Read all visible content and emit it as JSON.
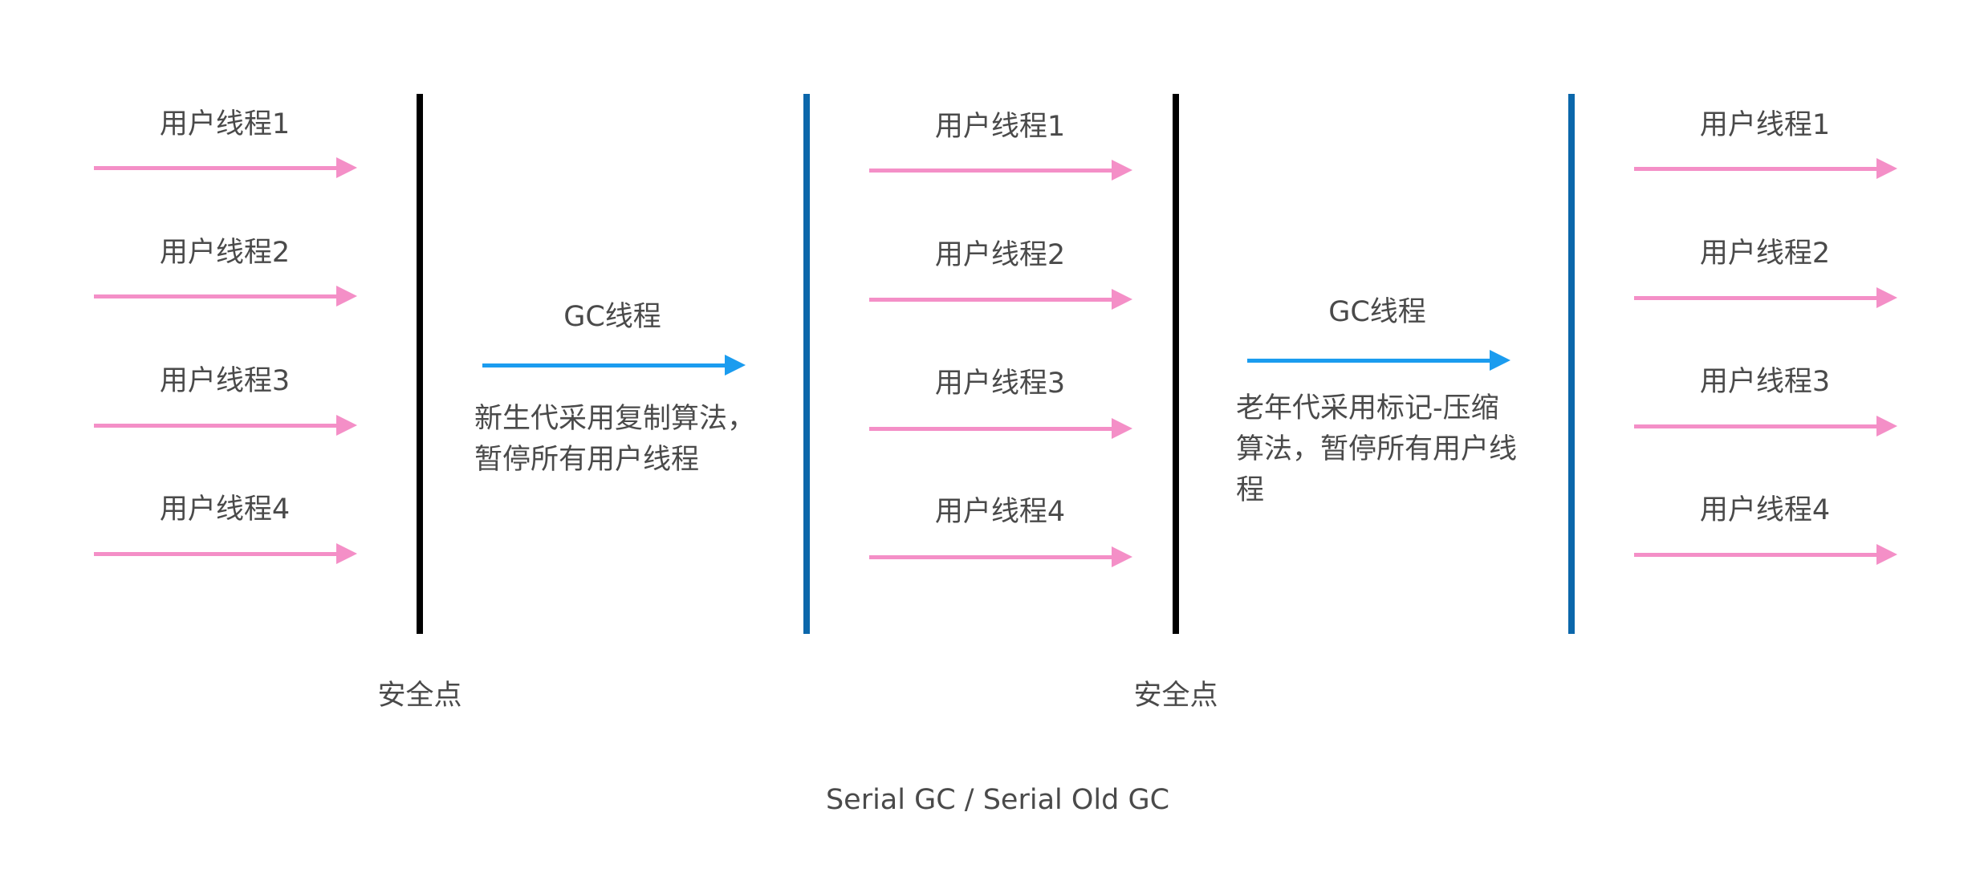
{
  "colors": {
    "user_thread_arrow": "#f48fc7",
    "gc_thread_arrow": "#1b9cef",
    "safepoint_line": "#000000",
    "resume_line": "#0b67ab",
    "text": "#4a4a4a"
  },
  "user_thread_labels": [
    "用户线程1",
    "用户线程2",
    "用户线程3",
    "用户线程4"
  ],
  "phases": [
    {
      "user_threads": [
        "用户线程1",
        "用户线程2",
        "用户线程3",
        "用户线程4"
      ]
    },
    {
      "gc_thread": "GC线程",
      "description": "新生代采用复制算法，暂停所有用户线程"
    },
    {
      "user_threads": [
        "用户线程1",
        "用户线程2",
        "用户线程3",
        "用户线程4"
      ]
    },
    {
      "gc_thread": "GC线程",
      "description": "老年代采用标记-压缩算法，暂停所有用户线程"
    },
    {
      "user_threads": [
        "用户线程1",
        "用户线程2",
        "用户线程3",
        "用户线程4"
      ]
    }
  ],
  "safepoints": [
    "安全点",
    "安全点"
  ],
  "caption": "Serial GC / Serial Old GC"
}
